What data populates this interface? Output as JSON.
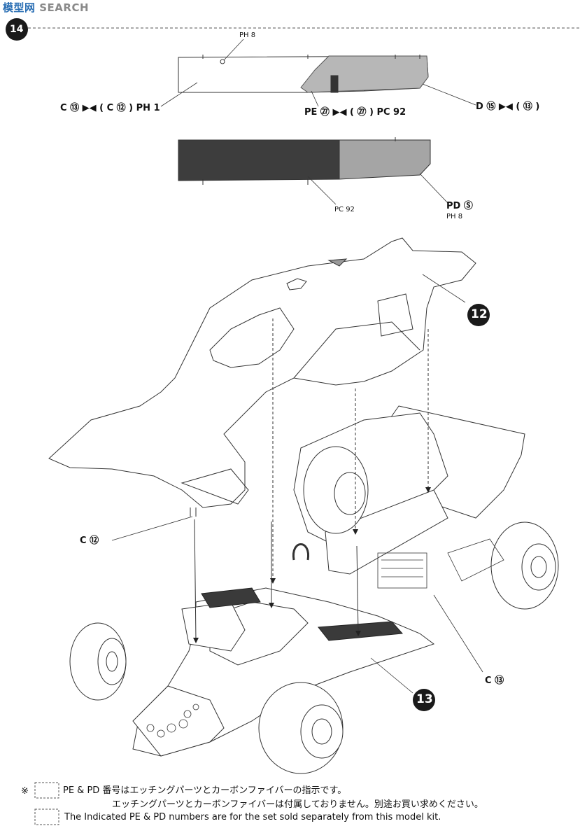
{
  "watermark": {
    "brand": "模型网",
    "search": "SEARCH"
  },
  "step_number": "14",
  "callouts": {
    "ph8_top": "PH 8",
    "c13_c12_ph1": "C ⑬ ▶◀ ( C ⑫ ) PH 1",
    "pe27_pc92": "PE ㉗ ▶◀ ( ㉗ ) PC 92",
    "d15_13": "D ⑮ ▶◀ ( ⑬ )",
    "pc92": "PC 92",
    "pd_s": "PD Ⓢ",
    "ph8_bottom": "PH 8",
    "c12": "C ⑫",
    "c13": "C ⑬"
  },
  "part_numbers": {
    "cowl": "12",
    "chassis": "13"
  },
  "footnote": {
    "mark": "※",
    "line1_jp": "PE & PD 番号はエッチングパーツとカーボンファイバーの指示です。",
    "line2_jp": "エッチングパーツとカーボンファイバーは付属しておりません。別途お買い求めください。",
    "line3_en": "The Indicated PE & PD numbers are for the set sold separately from this model kit."
  }
}
